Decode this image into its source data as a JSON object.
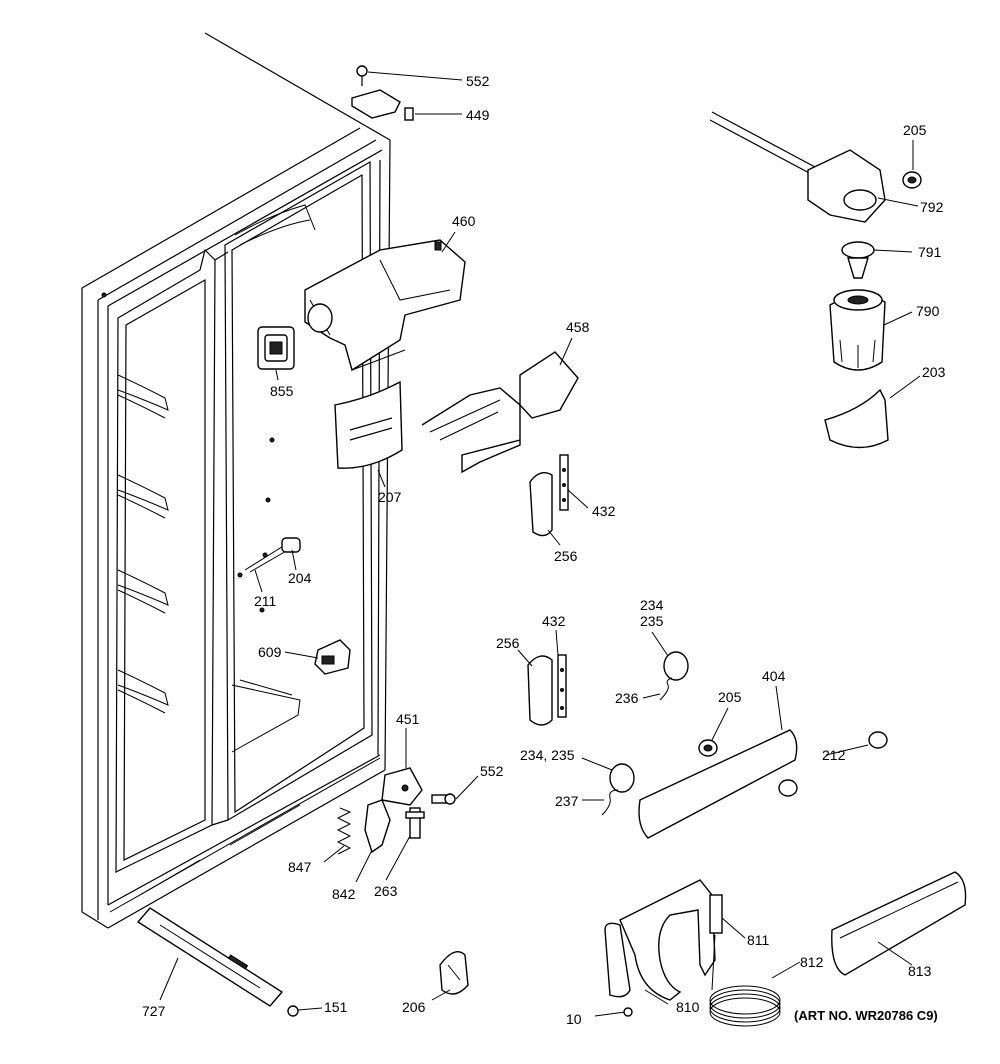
{
  "callouts": {
    "c552_top": "552",
    "c449": "449",
    "c205_top": "205",
    "c792": "792",
    "c460": "460",
    "c791": "791",
    "c790": "790",
    "c855": "855",
    "c458": "458",
    "c203": "203",
    "c207": "207",
    "c432_top": "432",
    "c256_top": "256",
    "c204": "204",
    "c211": "211",
    "c234_a": "234",
    "c235_a": "235",
    "c256_mid": "256",
    "c432_mid": "432",
    "c609": "609",
    "c236": "236",
    "c404": "404",
    "c205_mid": "205",
    "c451": "451",
    "c552_mid": "552",
    "c234_235": "234, 235",
    "c212": "212",
    "c237": "237",
    "c847": "847",
    "c842": "842",
    "c263": "263",
    "c811": "811",
    "c812": "812",
    "c813": "813",
    "c727": "727",
    "c151": "151",
    "c206": "206",
    "c10": "10",
    "c810": "810"
  },
  "art_number": "(ART NO. WR20786 C9)"
}
